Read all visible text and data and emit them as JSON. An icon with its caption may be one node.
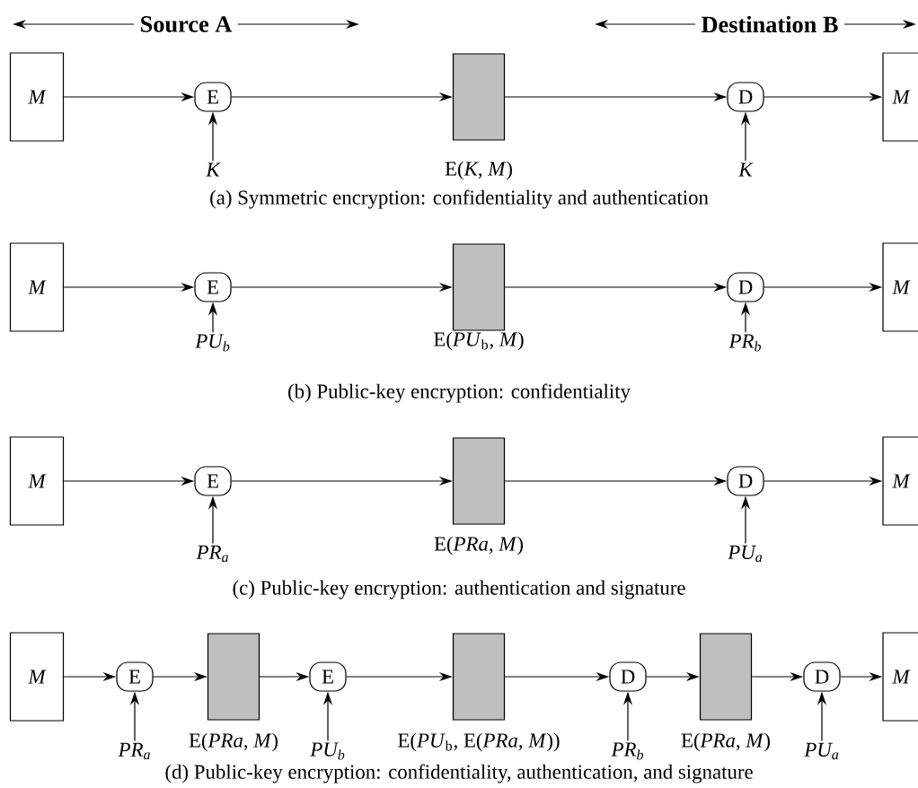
{
  "diagram": {
    "nodes": [
      {
        "text": [
          "M"
        ]
      },
      {
        "text": [
          "E"
        ]
      },
      {
        "text": [],
        "shape": "box",
        "beside": [
          "E(*K*, *M*)"
        ]
      },
      {
        "text": [
          "D"
        ]
      },
      {
        "text": [
          "M"
        ]
      },
      {
        "text": [
          "K"
        ]
      },
      {
        "text": [
          "K"
        ]
      },
      {
        "text": [
          "M"
        ]
      },
      {
        "text": [
          "E"
        ]
      },
      {
        "text": [],
        "shape": "box",
        "beside": [
          "E(*PU*$_{b}$, *M*)"
        ]
      },
      {
        "text": [
          "D"
        ]
      },
      {
        "text": [
          "M"
        ]
      },
      {
        "text": [
          "PU$_{b}$"
        ]
      },
      {
        "text": [
          "PR$_{b}$"
        ]
      },
      {
        "text": [
          "M"
        ]
      },
      {
        "text": [
          "E"
        ]
      },
      {
        "text": [],
        "shape": "box",
        "beside": [
          "E(*PRa*, *M*)"
        ]
      },
      {
        "text": [
          "D"
        ]
      },
      {
        "text": [
          "M"
        ]
      },
      {
        "text": [
          "PR$_{a}$"
        ]
      },
      {
        "text": [
          "PU$_{a}$"
        ]
      },
      {
        "text": [
          "M"
        ]
      },
      {
        "text": [
          "E"
        ]
      },
      {
        "text": [],
        "shape": "box",
        "beside": [
          "E(*PRa*, *M*)"
        ]
      },
      {
        "text": [
          "E"
        ]
      },
      {
        "text": [],
        "shape": "box",
        "beside": [
          "E(*PU*$_{b}$, E(*PRa*, *M*))"
        ]
      },
      {
        "text": [
          "D"
        ]
      },
      {
        "text": [],
        "shape": "box",
        "beside": [
          "E(*PRa*, *M*)"
        ]
      },
      {
        "text": [
          "D"
        ]
      },
      {
        "text": [
          "M"
        ]
      },
      {
        "text": [
          "PR$_{a}$"
        ]
      },
      {
        "text": [
          "PU$_{b}$"
        ]
      },
      {
        "text": [
          "PR$_{b}$"
        ]
      },
      {
        "text": [
          "PU$_{a}$"
        ]
      }
    ],
    "edges": [
      {
        "from": 0,
        "to": 1,
        "arrow": "to"
      },
      {
        "from": 1,
        "to": 2,
        "arrow": "to"
      },
      {
        "from": 2,
        "to": 3,
        "arrow": "to"
      },
      {
        "from": 3,
        "to": 4,
        "arrow": "to"
      },
      {
        "from": 5,
        "to": 1,
        "arrow": "to"
      },
      {
        "from": 6,
        "to": 3,
        "arrow": "to"
      },
      {
        "from": 7,
        "to": 8,
        "arrow": "to"
      },
      {
        "from": 8,
        "to": 9,
        "arrow": "to"
      },
      {
        "from": 9,
        "to": 10,
        "arrow": "to"
      },
      {
        "from": 10,
        "to": 11,
        "arrow": "to"
      },
      {
        "from": 12,
        "to": 8,
        "arrow": "to"
      },
      {
        "from": 13,
        "to": 10,
        "arrow": "to"
      },
      {
        "from": 14,
        "to": 15,
        "arrow": "to"
      },
      {
        "from": 15,
        "to": 16,
        "arrow": "to"
      },
      {
        "from": 16,
        "to": 17,
        "arrow": "to"
      },
      {
        "from": 17,
        "to": 18,
        "arrow": "to"
      },
      {
        "from": 19,
        "to": 15,
        "arrow": "to"
      },
      {
        "from": 20,
        "to": 17,
        "arrow": "to"
      },
      {
        "from": 21,
        "to": 22,
        "arrow": "to"
      },
      {
        "from": 22,
        "to": 23,
        "arrow": "to"
      },
      {
        "from": 23,
        "to": 24,
        "arrow": "to"
      },
      {
        "from": 24,
        "to": 25,
        "arrow": "to"
      },
      {
        "from": 25,
        "to": 26,
        "arrow": "to"
      },
      {
        "from": 26,
        "to": 27,
        "arrow": "to"
      },
      {
        "from": 27,
        "to": 28,
        "arrow": "to"
      },
      {
        "from": 28,
        "to": 29,
        "arrow": "to"
      },
      {
        "from": 30,
        "to": 22,
        "arrow": "to"
      },
      {
        "from": 31,
        "to": 24,
        "arrow": "to"
      },
      {
        "from": 32,
        "to": 26,
        "arrow": "to"
      },
      {
        "from": 33,
        "to": 28,
        "arrow": "to"
      }
    ],
    "labels": [
      "Source A",
      "Destination B",
      "(a) Symmetric encryption: confidentiality and authentication",
      "(b) Public-key encryption: confidentiality",
      "(c) Public-key encryption: authentication and signature",
      "(d) Public-key encryption: confidentiality, authentication, and signature"
    ]
  }
}
